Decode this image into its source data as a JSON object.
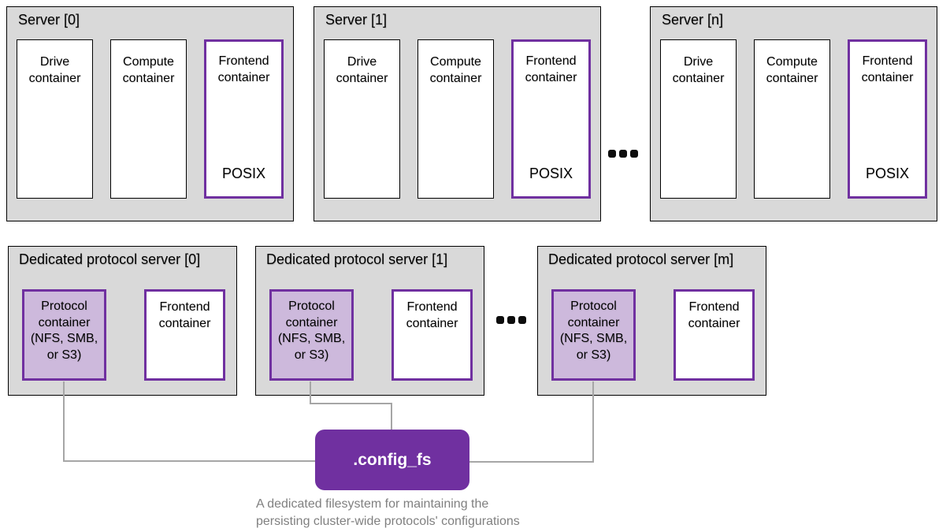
{
  "diagram": {
    "servers": [
      {
        "title": "Server [0]",
        "drive": "Drive container",
        "compute": "Compute container",
        "frontend": "Frontend container",
        "posix": "POSIX"
      },
      {
        "title": "Server [1]",
        "drive": "Drive container",
        "compute": "Compute container",
        "frontend": "Frontend container",
        "posix": "POSIX"
      },
      {
        "title": "Server [n]",
        "drive": "Drive container",
        "compute": "Compute container",
        "frontend": "Frontend container",
        "posix": "POSIX"
      }
    ],
    "protocol_servers": [
      {
        "title": "Dedicated protocol server [0]",
        "protocol": "Protocol container (NFS, SMB, or S3)",
        "frontend": "Frontend container"
      },
      {
        "title": "Dedicated protocol server [1]",
        "protocol": "Protocol container (NFS, SMB, or S3)",
        "frontend": "Frontend container"
      },
      {
        "title": "Dedicated protocol server [m]",
        "protocol": "Protocol container (NFS, SMB, or S3)",
        "frontend": "Frontend container"
      }
    ],
    "config_fs": {
      "label": ".config_fs",
      "caption_lines": [
        "A dedicated filesystem for maintaining the",
        "persisting cluster-wide protocols' configurations"
      ]
    },
    "icons": {
      "ellipsis": "more-servers-ellipsis"
    },
    "colors": {
      "server_fill": "#d9d9d9",
      "accent_purple": "#7030a0",
      "protocol_fill": "#cdb9dc",
      "connector_gray": "#a6a6a6",
      "caption_gray": "#808080"
    }
  }
}
